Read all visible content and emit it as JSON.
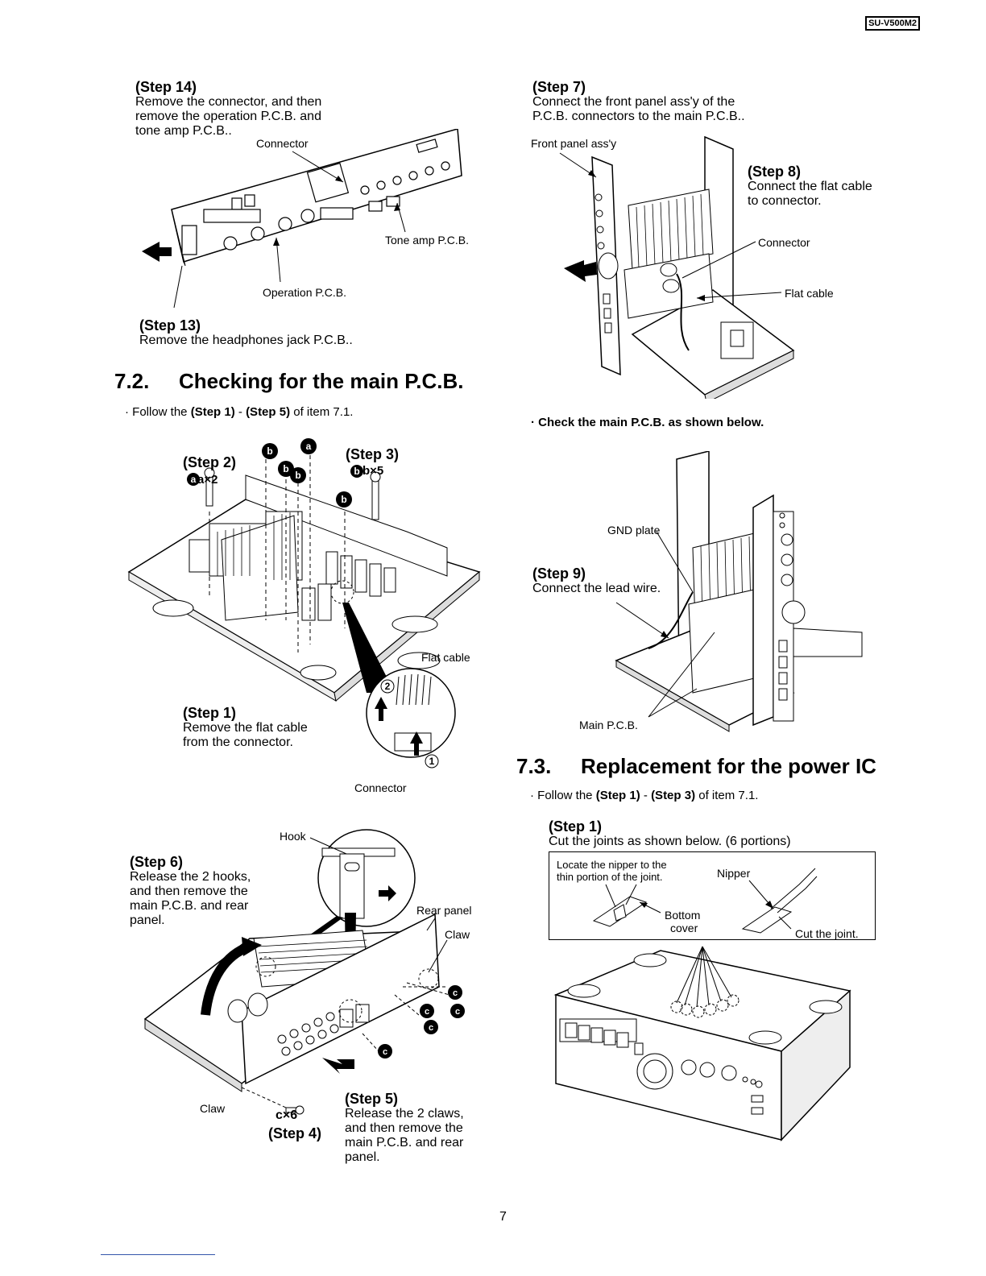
{
  "header": {
    "model": "SU-V500M2"
  },
  "step14": {
    "title": "(Step 14)",
    "lines": [
      "Remove the connector, and then",
      "remove the operation P.C.B. and",
      "tone amp P.C.B.."
    ]
  },
  "fig_step14": {
    "connector": "Connector",
    "tone_amp": "Tone amp P.C.B.",
    "operation": "Operation P.C.B."
  },
  "step13": {
    "title": "(Step 13)",
    "text": "Remove the headphones jack P.C.B.."
  },
  "sec72": {
    "number": "7.2.",
    "title": "Checking for the main P.C.B.",
    "follow_prefix": "· Follow the ",
    "from_step": "(Step 1)",
    "dash": " - ",
    "to_step": "(Step 5)",
    "suffix": " of item 7.1."
  },
  "fig72": {
    "step2": "(Step 2)",
    "step2_count": "a×2",
    "step3": "(Step 3)",
    "step3_count": "b×5",
    "flat_cable": "Flat cable",
    "connector": "Connector",
    "step1_title": "(Step 1)",
    "step1_lines": [
      "Remove the flat cable",
      "from the connector."
    ]
  },
  "fig_rear": {
    "hook": "Hook",
    "rear_panel": "Rear panel",
    "claw_top": "Claw",
    "claw_bottom": "Claw",
    "step6_title": "(Step 6)",
    "step6_lines": [
      "Release the 2 hooks,",
      "and then remove the",
      "main P.C.B. and rear",
      "panel."
    ],
    "step5_title": "(Step 5)",
    "step5_lines": [
      "Release the 2 claws,",
      "and then remove the",
      "main P.C.B. and rear",
      "panel."
    ],
    "step4_count": "c×6",
    "step4_title": "(Step 4)"
  },
  "step7": {
    "title": "(Step 7)",
    "lines": [
      "Connect the front panel ass'y of the",
      "P.C.B. connectors to the main P.C.B.."
    ]
  },
  "fig_step7": {
    "front_panel": "Front panel ass'y",
    "step8_title": "(Step 8)",
    "step8_lines": [
      "Connect the flat cable",
      "to connector."
    ],
    "connector": "Connector",
    "flat_cable": "Flat cable"
  },
  "check_note": "· Check the main P.C.B. as shown below.",
  "fig_check": {
    "gnd_plate": "GND plate",
    "step9_title": "(Step 9)",
    "step9_text": "Connect the lead wire.",
    "main_pcb": "Main P.C.B."
  },
  "sec73": {
    "number": "7.3.",
    "title": "Replacement for the power IC",
    "follow_prefix": "· Follow the ",
    "from_step": "(Step 1)",
    "dash": " - ",
    "to_step": "(Step 3)",
    "suffix": " of item 7.1."
  },
  "sec73_step1": {
    "title": "(Step 1)",
    "text": "Cut the joints as shown below. (6 portions)"
  },
  "nipper_box": {
    "locate_lines": [
      "Locate the nipper to the",
      "thin portion of the joint."
    ],
    "nipper": "Nipper",
    "bottom_lines": [
      "Bottom",
      "cover"
    ],
    "cut": "Cut the joint."
  },
  "footer": {
    "page": "7"
  }
}
